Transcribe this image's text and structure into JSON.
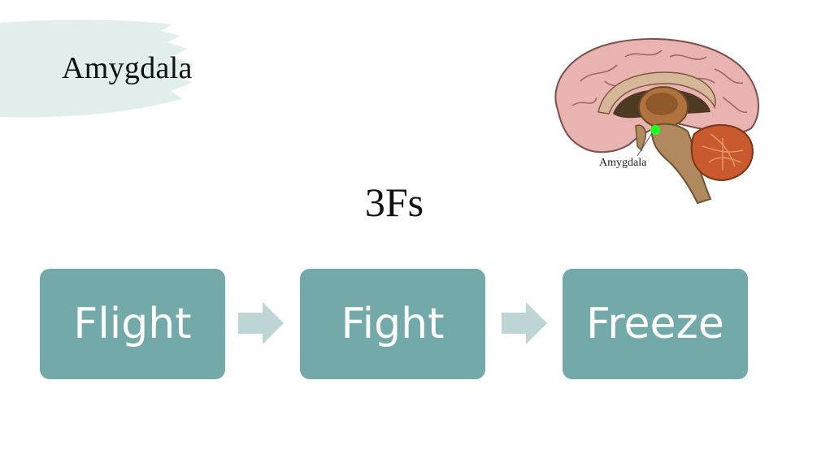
{
  "slide": {
    "title": "Amygdala",
    "subtitle": "3Fs"
  },
  "diagram": {
    "label": "Amygdala"
  },
  "flow": {
    "steps": [
      "Flight",
      "Fight",
      "Freeze"
    ]
  },
  "colors": {
    "box": "#73a9a8",
    "arrow": "#bdd5d4",
    "brush": "#e1eeec",
    "cortex": "#e8b3b0",
    "brainstem": "#b08a5e",
    "cerebellum": "#c95a2e",
    "amygdala_marker": "#22ff22"
  }
}
